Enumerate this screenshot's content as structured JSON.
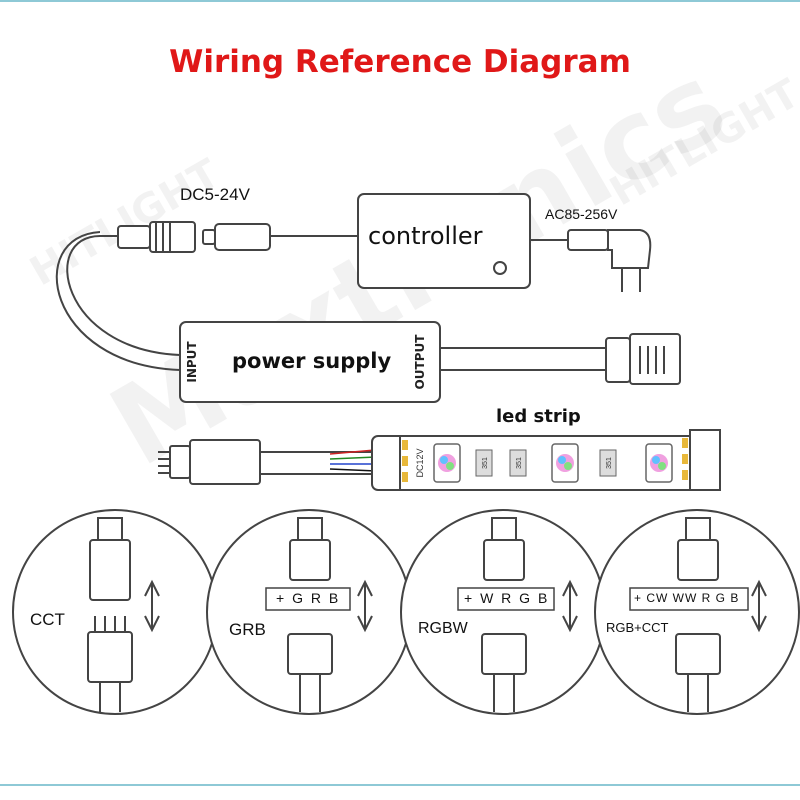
{
  "title": "Wiring Reference Diagram",
  "colors": {
    "title": "#e01818",
    "line": "#444444",
    "frame": "#8ec9d6"
  },
  "labels": {
    "dc_input": "DC5-24V",
    "ac_input": "AC85-256V",
    "controller": "controller",
    "power_supply": "power supply",
    "input": "INPUT",
    "output": "OUTPUT",
    "led_strip": "led strip",
    "strip_voltage": "DC12V",
    "led_code": "351"
  },
  "watermarks": [
    "Maxtronics",
    "HITLIGHT"
  ],
  "connections": [
    {
      "name": "CCT",
      "pins": ""
    },
    {
      "name": "GRB",
      "pins": "+ G R B"
    },
    {
      "name": "RGBW",
      "pins": "+ W R G B"
    },
    {
      "name": "RGB+CCT",
      "pins": "+ CW WW R G B"
    }
  ]
}
